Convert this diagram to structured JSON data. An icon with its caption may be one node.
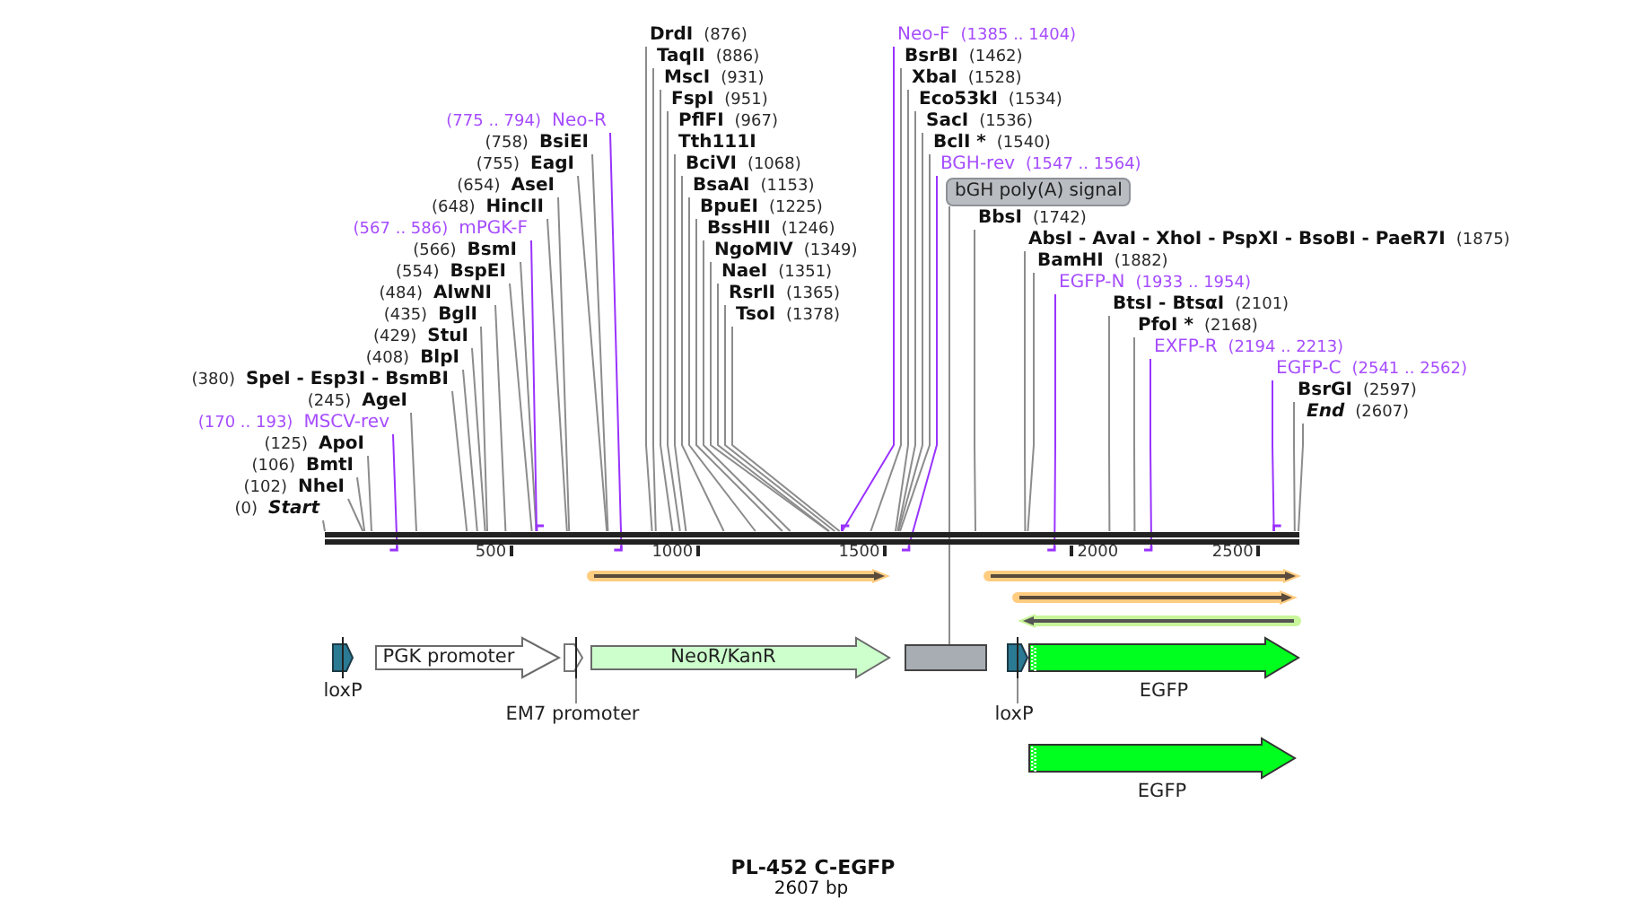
{
  "diagram": {
    "title": "PL-452 C-EGFP",
    "caption": "2607 bp",
    "nodes": [
      {
        "text": [
          "(0)",
          "Start"
        ]
      },
      {
        "text": [
          "(102)",
          "NheI"
        ]
      },
      {
        "text": [
          "(106)",
          "BmtI"
        ]
      },
      {
        "text": [
          "(125)",
          "ApoI"
        ]
      },
      {
        "text": [
          "(170 .. 193)",
          "MSCV-rev"
        ]
      },
      {
        "text": [
          "(245)",
          "AgeI"
        ]
      },
      {
        "text": [
          "(380)",
          "SpeI - Esp3I - BsmBI"
        ]
      },
      {
        "text": [
          "(408)",
          "BlpI"
        ]
      },
      {
        "text": [
          "(429)",
          "StuI"
        ]
      },
      {
        "text": [
          "(435)",
          "BglI"
        ]
      },
      {
        "text": [
          "(484)",
          "AlwNI"
        ]
      },
      {
        "text": [
          "(554)",
          "BspEI"
        ]
      },
      {
        "text": [
          "(566)",
          "BsmI"
        ]
      },
      {
        "text": [
          "(567 .. 586)",
          "mPGK-F"
        ]
      },
      {
        "text": [
          "(648)",
          "HincII"
        ]
      },
      {
        "text": [
          "(654)",
          "AseI"
        ]
      },
      {
        "text": [
          "(755)",
          "EagI"
        ]
      },
      {
        "text": [
          "(758)",
          "BsiEI"
        ]
      },
      {
        "text": [
          "(775 .. 794)",
          "Neo-R"
        ]
      },
      {
        "text": [
          "DrdI",
          "(876)"
        ]
      },
      {
        "text": [
          "TaqII",
          "(886)"
        ]
      },
      {
        "text": [
          "MscI",
          "(931)"
        ]
      },
      {
        "text": [
          "FspI",
          "(951)"
        ]
      },
      {
        "text": [
          "PflFI",
          "(967)",
          "Tth111I"
        ]
      },
      {
        "text": [
          "BciVI",
          "(1068)"
        ]
      },
      {
        "text": [
          "BsaAI",
          "(1153)"
        ]
      },
      {
        "text": [
          "BpuEI",
          "(1225)"
        ]
      },
      {
        "text": [
          "BssHII",
          "(1246)"
        ]
      },
      {
        "text": [
          "NgoMIV",
          "(1349)"
        ]
      },
      {
        "text": [
          "NaeI",
          "(1351)"
        ]
      },
      {
        "text": [
          "RsrII",
          "(1365)"
        ]
      },
      {
        "text": [
          "TsoI",
          "(1378)"
        ]
      },
      {
        "text": [
          "Neo-F",
          "(1385 .. 1404)"
        ]
      },
      {
        "text": [
          "BsrBI",
          "(1462)"
        ]
      },
      {
        "text": [
          "XbaI",
          "(1528)"
        ]
      },
      {
        "text": [
          "Eco53kI",
          "(1534)"
        ]
      },
      {
        "text": [
          "SacI",
          "(1536)"
        ]
      },
      {
        "text": [
          "BclI *",
          "(1540)"
        ]
      },
      {
        "text": [
          "BGH-rev",
          "(1547 .. 1564)"
        ]
      },
      {
        "text": [
          "bGH poly(A) signal"
        ]
      },
      {
        "text": [
          "BbsI",
          "(1742)"
        ]
      },
      {
        "text": [
          "AbsI - AvaI - XhoI - PspXI - BsoBI - PaeR7I",
          "(1875)"
        ]
      },
      {
        "text": [
          "BamHI",
          "(1882)"
        ]
      },
      {
        "text": [
          "EGFP-N",
          "(1933 .. 1954)"
        ]
      },
      {
        "text": [
          "BtsI - BtsαI",
          "(2101)"
        ]
      },
      {
        "text": [
          "PfoI *",
          "(2168)"
        ]
      },
      {
        "text": [
          "EXFP-R",
          "(2194 .. 2213)"
        ]
      },
      {
        "text": [
          "EGFP-C",
          "(2541 .. 2562)"
        ]
      },
      {
        "text": [
          "BsrGI",
          "(2597)"
        ]
      },
      {
        "text": [
          "End",
          "(2607)"
        ]
      },
      {
        "text": [],
        "shape": "bar"
      },
      {
        "text": [
          "loxP"
        ]
      },
      {
        "text": [
          "PGK promoter"
        ]
      },
      {
        "text": [],
        "shape": "arrow"
      },
      {
        "text": [
          "NeoR/KanR"
        ]
      },
      {
        "text": [],
        "shape": "box"
      },
      {
        "text": [],
        "shape": "arrow"
      },
      {
        "text": [
          "EGFP"
        ]
      },
      {
        "text": [
          "EGFP"
        ]
      },
      {
        "text": [
          "EM7 promoter"
        ]
      },
      {
        "text": [
          "loxP"
        ]
      }
    ],
    "edges": [
      {
        "from": 0,
        "to": 50,
        "arrow": "none"
      },
      {
        "from": 1,
        "to": 50,
        "arrow": "none"
      },
      {
        "from": 2,
        "to": 50,
        "arrow": "none"
      },
      {
        "from": 3,
        "to": 50,
        "arrow": "none"
      },
      {
        "from": 4,
        "to": 50,
        "arrow": "to",
        "color": "#9933ff"
      },
      {
        "from": 5,
        "to": 50,
        "arrow": "none"
      },
      {
        "from": 6,
        "to": 50,
        "arrow": "none"
      },
      {
        "from": 7,
        "to": 50,
        "arrow": "none"
      },
      {
        "from": 8,
        "to": 50,
        "arrow": "none"
      },
      {
        "from": 9,
        "to": 50,
        "arrow": "none"
      },
      {
        "from": 10,
        "to": 50,
        "arrow": "none"
      },
      {
        "from": 11,
        "to": 50,
        "arrow": "none"
      },
      {
        "from": 12,
        "to": 50,
        "arrow": "none"
      },
      {
        "from": 13,
        "to": 50,
        "arrow": "to",
        "color": "#9933ff"
      },
      {
        "from": 14,
        "to": 50,
        "arrow": "none"
      },
      {
        "from": 15,
        "to": 50,
        "arrow": "none"
      },
      {
        "from": 16,
        "to": 50,
        "arrow": "none"
      },
      {
        "from": 17,
        "to": 50,
        "arrow": "none"
      },
      {
        "from": 18,
        "to": 50,
        "arrow": "to",
        "color": "#9933ff"
      },
      {
        "from": 19,
        "to": 50,
        "arrow": "none"
      },
      {
        "from": 20,
        "to": 50,
        "arrow": "none"
      },
      {
        "from": 21,
        "to": 50,
        "arrow": "none"
      },
      {
        "from": 22,
        "to": 50,
        "arrow": "none"
      },
      {
        "from": 23,
        "to": 50,
        "arrow": "none"
      },
      {
        "from": 24,
        "to": 50,
        "arrow": "none"
      },
      {
        "from": 25,
        "to": 50,
        "arrow": "none"
      },
      {
        "from": 26,
        "to": 50,
        "arrow": "none"
      },
      {
        "from": 27,
        "to": 50,
        "arrow": "none"
      },
      {
        "from": 28,
        "to": 50,
        "arrow": "none"
      },
      {
        "from": 29,
        "to": 50,
        "arrow": "none"
      },
      {
        "from": 30,
        "to": 50,
        "arrow": "none"
      },
      {
        "from": 31,
        "to": 50,
        "arrow": "none"
      },
      {
        "from": 32,
        "to": 50,
        "arrow": "to",
        "color": "#9933ff"
      },
      {
        "from": 33,
        "to": 50,
        "arrow": "none"
      },
      {
        "from": 34,
        "to": 50,
        "arrow": "none"
      },
      {
        "from": 35,
        "to": 50,
        "arrow": "none"
      },
      {
        "from": 36,
        "to": 50,
        "arrow": "none"
      },
      {
        "from": 37,
        "to": 50,
        "arrow": "none"
      },
      {
        "from": 38,
        "to": 50,
        "arrow": "to",
        "color": "#9933ff"
      },
      {
        "from": 39,
        "to": 55,
        "arrow": "none"
      },
      {
        "from": 40,
        "to": 50,
        "arrow": "none"
      },
      {
        "from": 41,
        "to": 50,
        "arrow": "none"
      },
      {
        "from": 42,
        "to": 50,
        "arrow": "none"
      },
      {
        "from": 43,
        "to": 50,
        "arrow": "to",
        "color": "#9933ff"
      },
      {
        "from": 44,
        "to": 50,
        "arrow": "none"
      },
      {
        "from": 45,
        "to": 50,
        "arrow": "none"
      },
      {
        "from": 46,
        "to": 50,
        "arrow": "to",
        "color": "#9933ff"
      },
      {
        "from": 47,
        "to": 50,
        "arrow": "to",
        "color": "#9933ff"
      },
      {
        "from": 48,
        "to": 50,
        "arrow": "none"
      },
      {
        "from": 49,
        "to": 50,
        "arrow": "none"
      },
      {
        "from": 59,
        "to": 53,
        "arrow": "none"
      },
      {
        "from": 60,
        "to": 56,
        "arrow": "none"
      }
    ],
    "labels": [
      "500",
      "1000",
      "1500",
      "2000",
      "2500"
    ]
  }
}
